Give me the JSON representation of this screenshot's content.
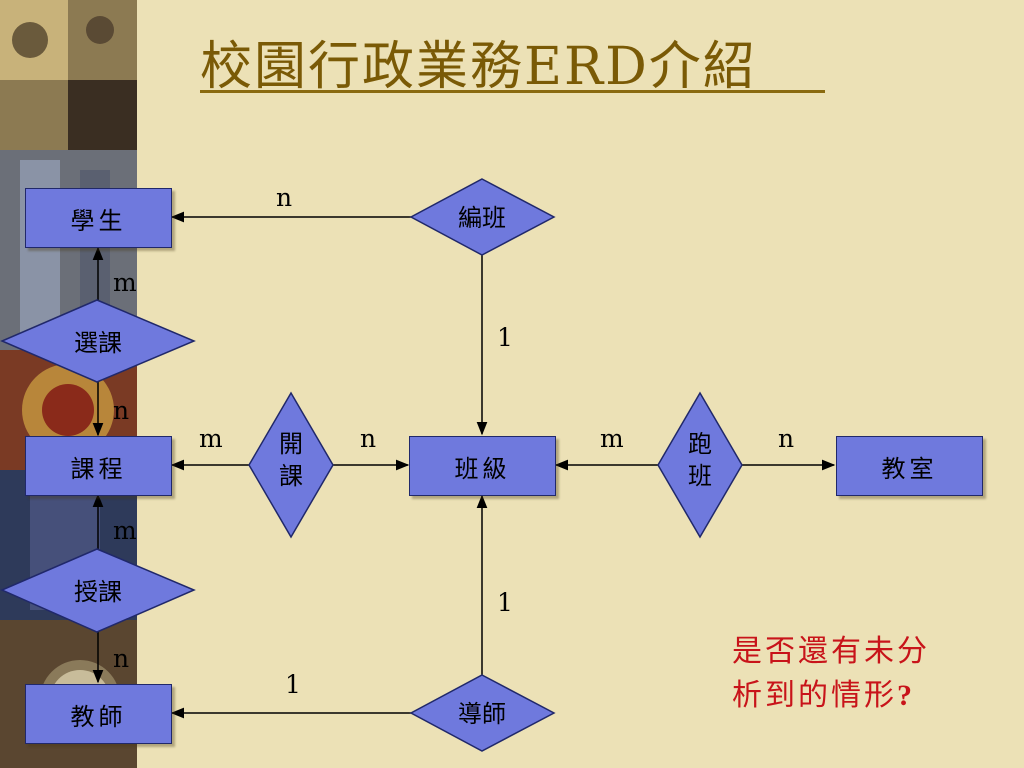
{
  "slide": {
    "title": "校園行政業務ERD介紹",
    "note_line1": "是否還有未分",
    "note_line2": "析到的情形",
    "note_mark": "?"
  },
  "colors": {
    "background": "#ece1b6",
    "entity_fill": "#6f79dd",
    "relationship_fill": "#6f79dd",
    "title": "#7a5a06",
    "note": "#c8141a"
  },
  "diagram": {
    "entities": {
      "student": "學生",
      "course": "課程",
      "teacher": "教師",
      "class": "班級",
      "classroom": "教室"
    },
    "relationships": {
      "assign_class": "編班",
      "select_course": "選課",
      "open_course_l1": "開",
      "open_course_l2": "課",
      "teach": "授課",
      "tutor": "導師",
      "run_class_l1": "跑",
      "run_class_l2": "班"
    },
    "cardinalities": {
      "assign_student": "n",
      "assign_class": "1",
      "select_student": "m",
      "select_course": "n",
      "open_course": "m",
      "open_class": "n",
      "teach_course": "m",
      "teach_teacher": "n",
      "tutor_teacher": "1",
      "tutor_class": "1",
      "run_class": "m",
      "run_room": "n"
    }
  }
}
